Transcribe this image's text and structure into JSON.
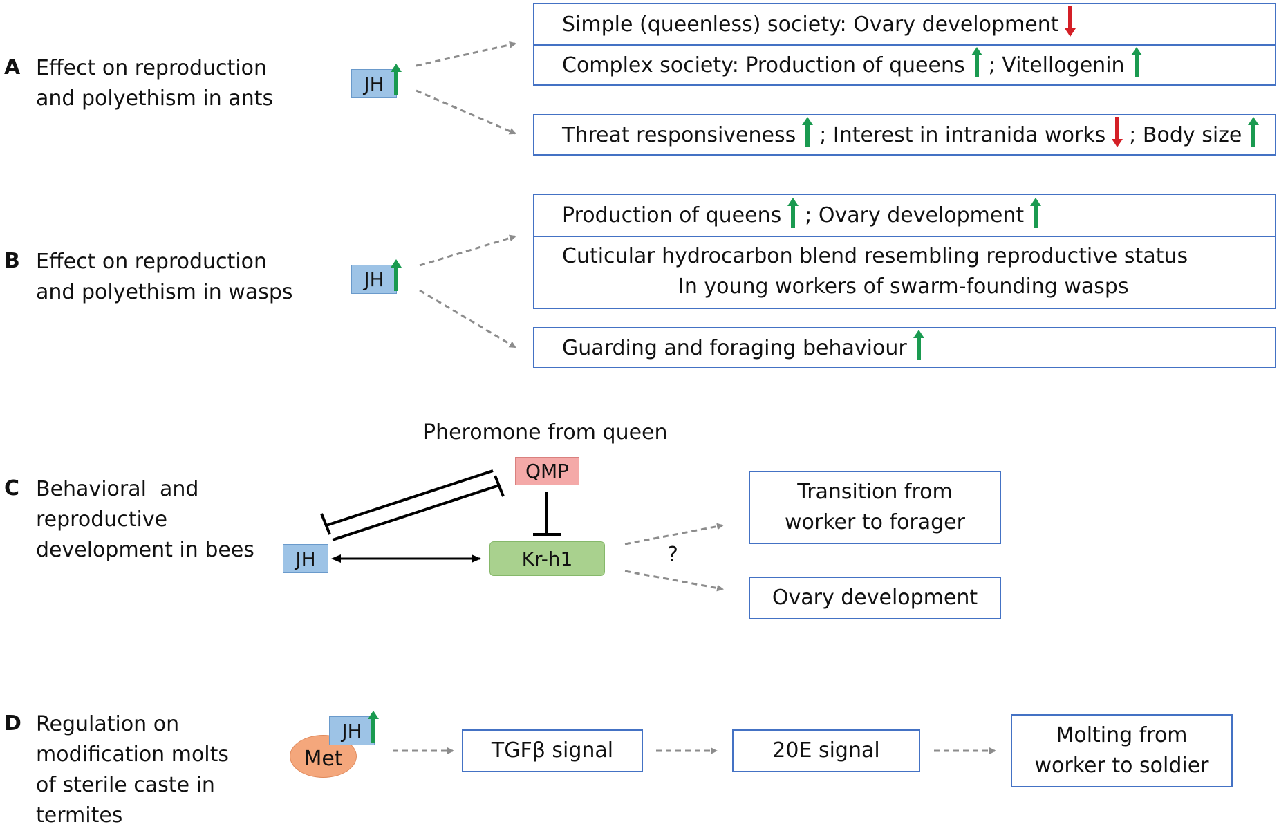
{
  "panel_a": {
    "letter": "A",
    "title_lines": [
      "Effect on reproduction",
      "and polyethism in ants"
    ],
    "jh": "JH",
    "box1_rows": [
      [
        {
          "t": "Simple (queenless) society: Ovary development"
        },
        {
          "arrow": "down"
        }
      ],
      [
        {
          "t": "Complex society: Production of queens"
        },
        {
          "arrow": "up"
        },
        {
          "t": "; Vitellogenin"
        },
        {
          "arrow": "up"
        }
      ]
    ],
    "box2_row": [
      {
        "t": "Threat responsiveness"
      },
      {
        "arrow": "up"
      },
      {
        "t": "; Interest in intranida works"
      },
      {
        "arrow": "down"
      },
      {
        "t": "; Body size"
      },
      {
        "arrow": "up"
      }
    ]
  },
  "panel_b": {
    "letter": "B",
    "title_lines": [
      "Effect on reproduction",
      "and polyethism in wasps"
    ],
    "jh": "JH",
    "box1_row1": [
      {
        "t": "Production of queens"
      },
      {
        "arrow": "up"
      },
      {
        "t": "; Ovary development"
      },
      {
        "arrow": "up"
      }
    ],
    "box1_row2_lines": [
      "Cuticular hydrocarbon blend resembling reproductive status",
      "In young workers of swarm-founding wasps"
    ],
    "box2_row": [
      {
        "t": "Guarding and foraging behaviour"
      },
      {
        "arrow": "up"
      }
    ]
  },
  "panel_c": {
    "letter": "C",
    "title_lines": [
      "Behavioral  and",
      "reproductive",
      "development in bees"
    ],
    "pheromone": "Pheromone from queen",
    "qmp": "QMP",
    "jh": "JH",
    "krh1": "Kr-h1",
    "question": "?",
    "out1_lines": [
      "Transition from",
      "worker to forager"
    ],
    "out2": "Ovary development"
  },
  "panel_d": {
    "letter": "D",
    "title_lines": [
      "Regulation on",
      "modification molts",
      "of sterile caste in",
      "termites"
    ],
    "jh": "JH",
    "met": "Met",
    "tgf": "TGFβ signal",
    "e20": "20E signal",
    "out_lines": [
      "Molting from",
      "worker to soldier"
    ]
  },
  "colors": {
    "up_arrow": "#1a9a50",
    "down_arrow": "#d41f26",
    "box_border": "#4472c4",
    "jh_fill": "#9dc3e6",
    "qmp_fill": "#f4a9a8",
    "krh1_fill": "#a9d18e",
    "met_fill": "#f4a77c"
  }
}
